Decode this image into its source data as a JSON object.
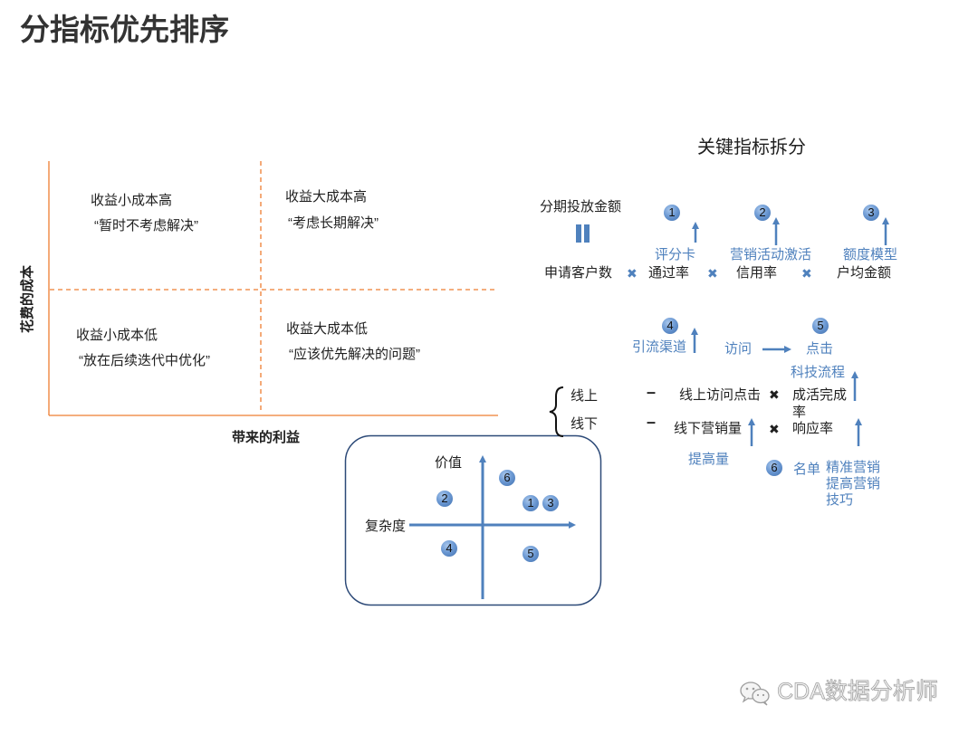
{
  "title": "分指标优先排序",
  "matrix": {
    "y_axis_label": "花费的成本",
    "x_axis_label": "带来的利益",
    "quadrants": {
      "top_left": {
        "heading": "收益小成本高",
        "note": "“暂时不考虑解决”"
      },
      "top_right": {
        "heading": "收益大成本高",
        "note": "“考虑长期解决”"
      },
      "bottom_left": {
        "heading": "收益小成本低",
        "note": "“放在后续迭代中优化”"
      },
      "bottom_right": {
        "heading": "收益大成本低",
        "note": "“应该优先解决的问题”"
      }
    }
  },
  "priority_map": {
    "y_axis_label": "价值",
    "x_axis_label": "复杂度",
    "points": [
      "6",
      "2",
      "1",
      "3",
      "4",
      "5"
    ]
  },
  "breakdown": {
    "title": "关键指标拆分",
    "target": "分期投放金额",
    "factors": [
      "申请客户数",
      "通过率",
      "信用率",
      "户均金额"
    ],
    "multiply_symbol": "✖",
    "levers": [
      {
        "num": "1",
        "label": "评分卡"
      },
      {
        "num": "2",
        "label": "营销活动激活"
      },
      {
        "num": "3",
        "label": "额度模型"
      }
    ],
    "traffic": {
      "channel_num": "4",
      "channel": "引流渠道",
      "visit": "访问",
      "click": "点击",
      "click_num": "5",
      "tech": "科技流程"
    },
    "channels": {
      "online": "线上",
      "offline": "线下",
      "minus": "–"
    },
    "online": {
      "metric": "线上访问点击",
      "rate_lines": [
        "成活完成",
        "率"
      ]
    },
    "offline": {
      "metric": "线下营销量",
      "rate": "响应率",
      "boost": "提高量"
    },
    "list": {
      "num": "6",
      "label": "名单",
      "tactics": [
        "精准营销",
        "提高营销",
        "技巧"
      ]
    }
  },
  "watermark": {
    "icon": "wechat-icon",
    "text": "CDA数据分析师"
  },
  "colors": {
    "accent_orange": "#ed7d31",
    "accent_blue": "#4f81bd",
    "box_border": "#2d4a78",
    "text": "#1f1f1f"
  }
}
